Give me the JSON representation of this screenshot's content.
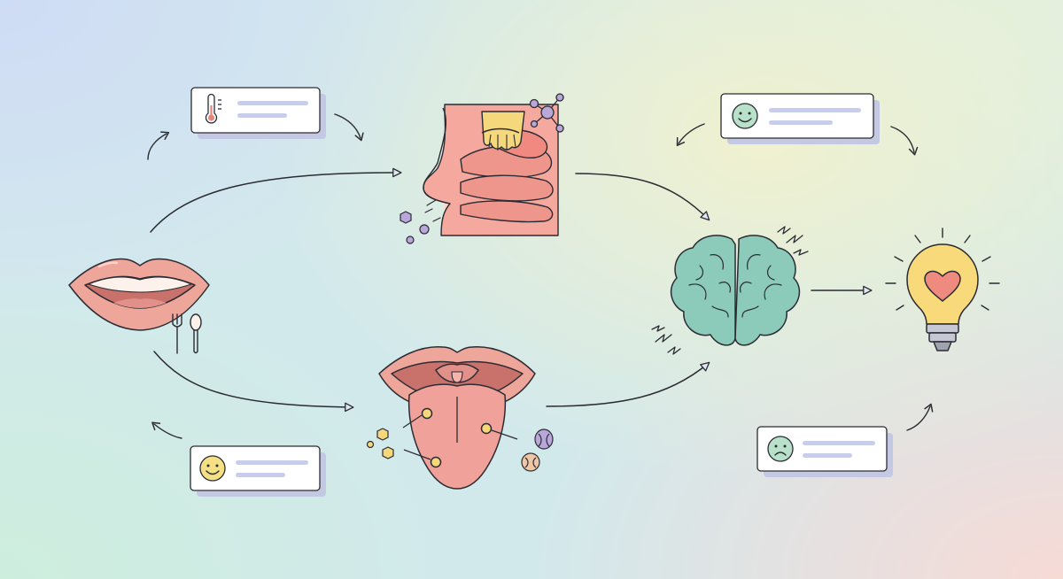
{
  "colors": {
    "stroke": "#2b2b33",
    "lip": "#eea59a",
    "lip_inner": "#d47d74",
    "teeth": "#fdf1ec",
    "tongue": "#f0a199",
    "tongue_dark": "#d9857c",
    "brain": "#8ccbba",
    "bulb": "#f8da7a",
    "heart": "#ee8a7e",
    "nose_bg": "#f9d4c5",
    "molecule": "#b9a7da",
    "hexagon": "#f5d87c",
    "card_bg": "#ffffff",
    "card_line": "#c8cde9",
    "card_shadow": "#c3c8e3",
    "arrow": "#2b2b33"
  },
  "cards": [
    {
      "name": "temperature-card",
      "icon": "thermometer-icon"
    },
    {
      "name": "liking-card-top",
      "icon": "smiley-face-icon"
    },
    {
      "name": "liking-card-bottom",
      "icon": "smiley-face-icon"
    },
    {
      "name": "disliking-card",
      "icon": "frown-face-icon"
    }
  ],
  "nodes": [
    {
      "name": "mouth",
      "icon": "lips-icon"
    },
    {
      "name": "utensils",
      "icon": "fork-spoon-icon"
    },
    {
      "name": "nose",
      "icon": "nasal-cavity-icon"
    },
    {
      "name": "tongue",
      "icon": "tongue-icon"
    },
    {
      "name": "brain",
      "icon": "brain-icon"
    },
    {
      "name": "insight",
      "icon": "lightbulb-heart-icon"
    }
  ]
}
